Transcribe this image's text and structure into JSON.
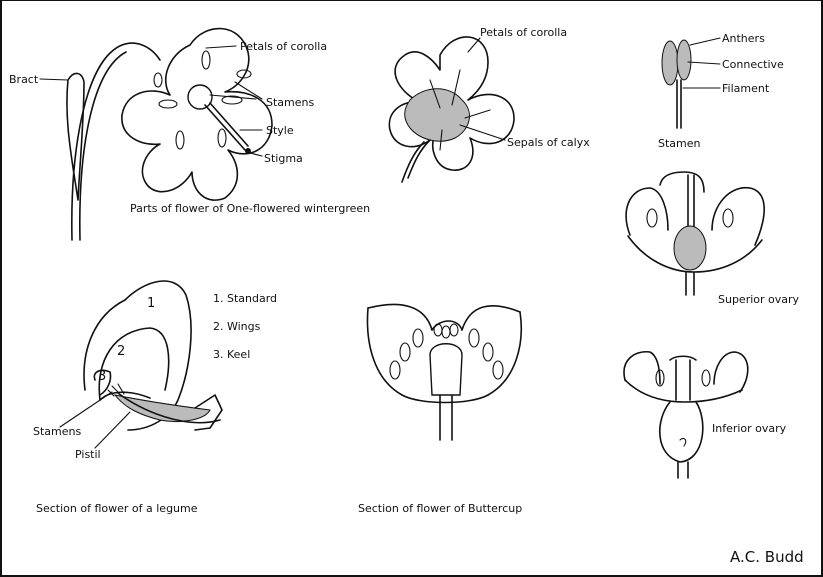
{
  "wintergreen": {
    "labels": {
      "bract": "Bract",
      "petals_1": "Petals of corolla",
      "stamens": "Stamens",
      "style": "Style",
      "stigma": "Stigma",
      "petals_2": "Petals of corolla",
      "sepals": "Sepals of calyx"
    },
    "caption": "Parts of flower of One-flowered wintergreen"
  },
  "stamen": {
    "labels": {
      "anthers": "Anthers",
      "connective": "Connective",
      "filament": "Filament"
    },
    "caption": "Stamen"
  },
  "superior_ovary": {
    "caption": "Superior ovary"
  },
  "inferior_ovary": {
    "caption": "Inferior ovary"
  },
  "legume": {
    "legend": [
      "1. Standard",
      "2. Wings",
      "3. Keel"
    ],
    "numbers": [
      "1",
      "2",
      "3"
    ],
    "labels": {
      "stamens": "Stamens",
      "pistil": "Pistil"
    },
    "caption": "Section of flower of a legume"
  },
  "buttercup": {
    "caption": "Section of flower of Buttercup"
  },
  "signature": "A.C. Budd"
}
